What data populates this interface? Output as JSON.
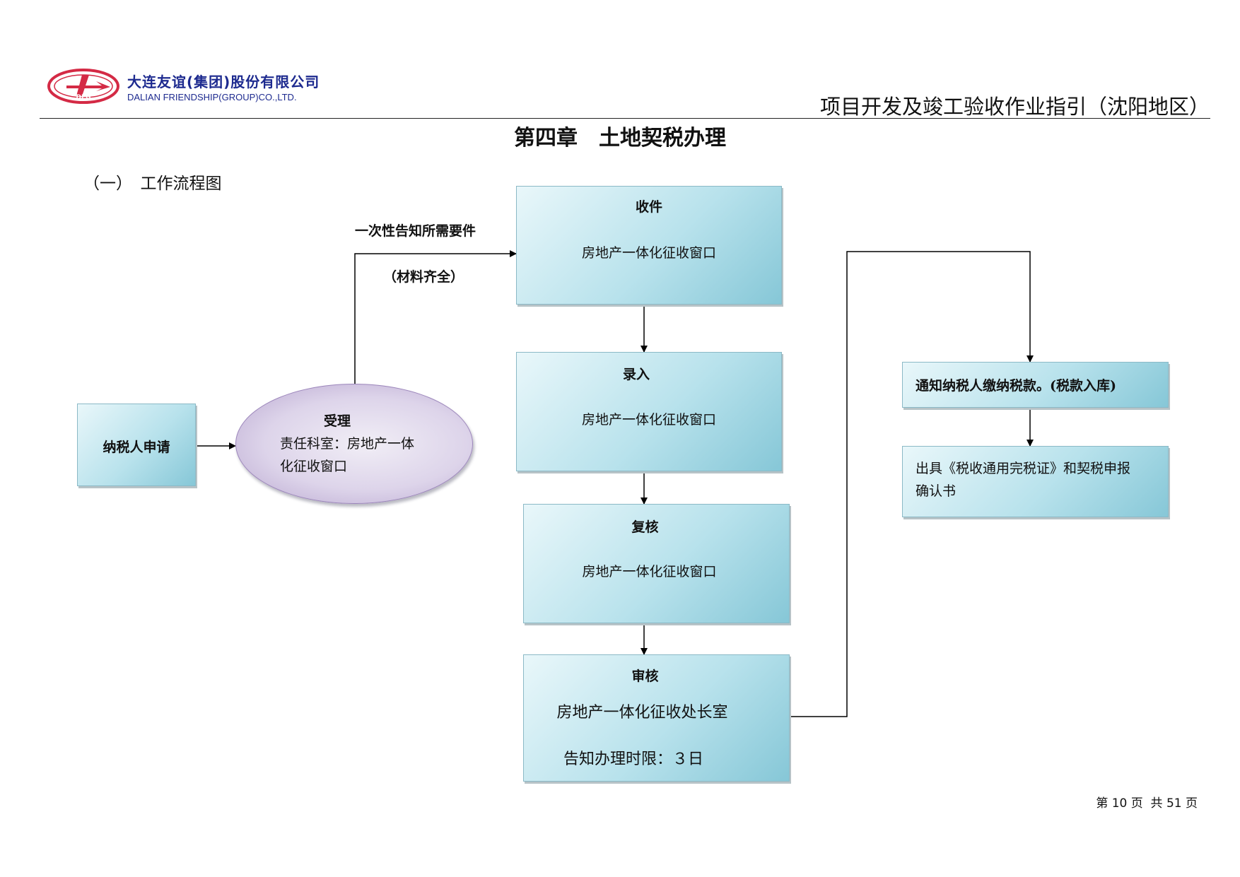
{
  "header": {
    "company_cn": "大连友谊(集团)股份有限公司",
    "company_en": "DALIAN FRIENDSHIP(GROUP)CO.,LTD.",
    "logo_text": "DFG",
    "doc_title": "项目开发及竣工验收作业指引（沈阳地区）"
  },
  "chapter": "第四章　土地契税办理",
  "section": "（一）　工作流程图",
  "flow": {
    "applicant": "纳税人申请",
    "accept": {
      "title": "受理",
      "desc_line1": "责任科室：房地产一体",
      "desc_line2": "化征收窗口"
    },
    "edge_label_1": "一次性告知所需要件",
    "edge_label_2": "（材料齐全）",
    "receive": {
      "title": "收件",
      "desc": "房地产一体化征收窗口"
    },
    "input": {
      "title": "录入",
      "desc": "房地产一体化征收窗口"
    },
    "recheck": {
      "title": "复核",
      "desc": "房地产一体化征收窗口"
    },
    "review": {
      "title": "审核",
      "desc": "房地产一体化征收处长室",
      "time_limit": "告知办理时限：３日"
    },
    "notify": "通知纳税人缴纳税款。(税款入库)",
    "issue": {
      "line1": "出具《税收通用完税证》和契税申报",
      "line2": "确认书"
    }
  },
  "footer": {
    "page": "第 10 页  共 51 页"
  }
}
